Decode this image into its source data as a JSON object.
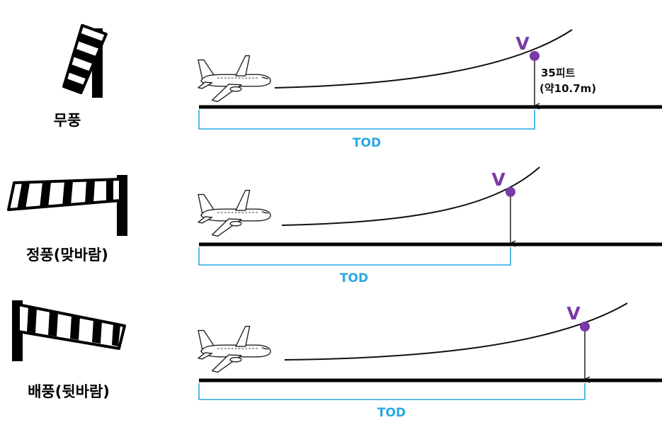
{
  "colors": {
    "tod": "#29a8e0",
    "point": "#7a3aa6",
    "runway": "#000000"
  },
  "icons": [
    "windsock-icon",
    "airplane-icon"
  ],
  "panels": [
    {
      "id": "calm",
      "condition_label": "무풍",
      "point_label": "V",
      "tod_label": "TOD",
      "height_note_line1": "35피트",
      "height_note_line2": "(약10.7m)"
    },
    {
      "id": "headwind",
      "condition_label": "정풍(맞바람)",
      "point_label": "V",
      "tod_label": "TOD"
    },
    {
      "id": "tailwind",
      "condition_label": "배풍(뒷바람)",
      "point_label": "V",
      "tod_label": "TOD"
    }
  ]
}
